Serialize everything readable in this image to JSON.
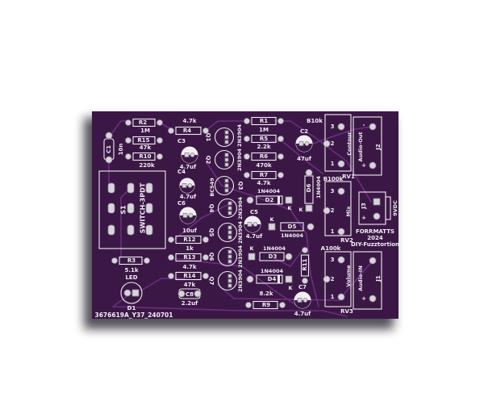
{
  "colors": {
    "board": "#3b1746",
    "trace": "#6b2f7e",
    "silkscreen": "#f2eef4",
    "pad": "#d9d4dc"
  },
  "labels": {
    "r2": "R2",
    "r2_val": "1M",
    "r4": "R4",
    "r4_val": "4.7k",
    "r15": "R15",
    "r15_val": "47k",
    "r10": "R10",
    "r10_val": "220k",
    "c1": "C1",
    "c1_val": "10n",
    "s1": "S1",
    "s1_val": "SWITCH-3PDT",
    "r3": "R3",
    "r3_val": "5.1k",
    "led": "LED",
    "d1": "D1",
    "serial": "3676619A_Y37_240701",
    "c3": "C3",
    "c3_val": "4.7uf",
    "c4": "C4",
    "c4_val": "4.7uf",
    "c6": "C6",
    "c6_val": "10uf",
    "q1": "Q1",
    "q1_val": "2N3904",
    "q2": "Q2",
    "q2_val": "2N3904",
    "q3": "Q3",
    "q3_val": "BC549",
    "q4": "Q4",
    "q4_val": "2N3904",
    "q5": "Q5",
    "q5_val": "2N3904",
    "q6": "Q6",
    "q6_val": "2N3904",
    "q7": "Q7",
    "q7_val": "2N3904",
    "r1": "R1",
    "r1_val": "1M",
    "r5": "R5",
    "r5_val": "2.2k",
    "r6": "R6",
    "r6_val": "470k",
    "r7": "R7",
    "r7_val": "4.7k",
    "c2": "C2",
    "c2_val": "47uf",
    "d6": "D6",
    "d6_val": "1N4004",
    "d6_k": "K",
    "d2": "D2",
    "d2_val": "1N4004",
    "d2_k": "K",
    "c5": "C5",
    "c5_val": "4.7uf",
    "d5": "D5",
    "d5_val": "1N4004",
    "d5_k": "K",
    "r12": "R12",
    "r12_val": "1k",
    "r13": "R13",
    "r13_val": "4.7k",
    "r14": "R14",
    "r14_val": "47k",
    "c8": "C8",
    "c8_val": "2.2uf",
    "d3": "D3",
    "d3_val": "1N4004",
    "d3_k": "K",
    "r11": "R11",
    "d4": "D4",
    "d4_val": "1N4004",
    "d4_k": "K",
    "c7": "C7",
    "c7_val": "4.7uf",
    "r9": "R9",
    "r9_val": "8.2k",
    "rv1_val": "B10k",
    "rv1": "RV1",
    "rv1_name": "Contour",
    "rv2_val": "B100k",
    "rv2": "RV2",
    "rv2_name": "Mix",
    "rv3_val": "A100k",
    "rv3": "RV3",
    "rv3_name": "Volume",
    "pin3": "3",
    "pin2": "2",
    "pin1": "1",
    "j2": "J2",
    "j2_name": "Audio-Out",
    "j1": "J1",
    "j1_name": "Audio-IN",
    "j3": "J3",
    "j3_name": "9VDC",
    "minus": "-",
    "plus": "+",
    "brand": "FORRMATTS",
    "year": "2024",
    "project": "DIY-Fuzztortion"
  }
}
